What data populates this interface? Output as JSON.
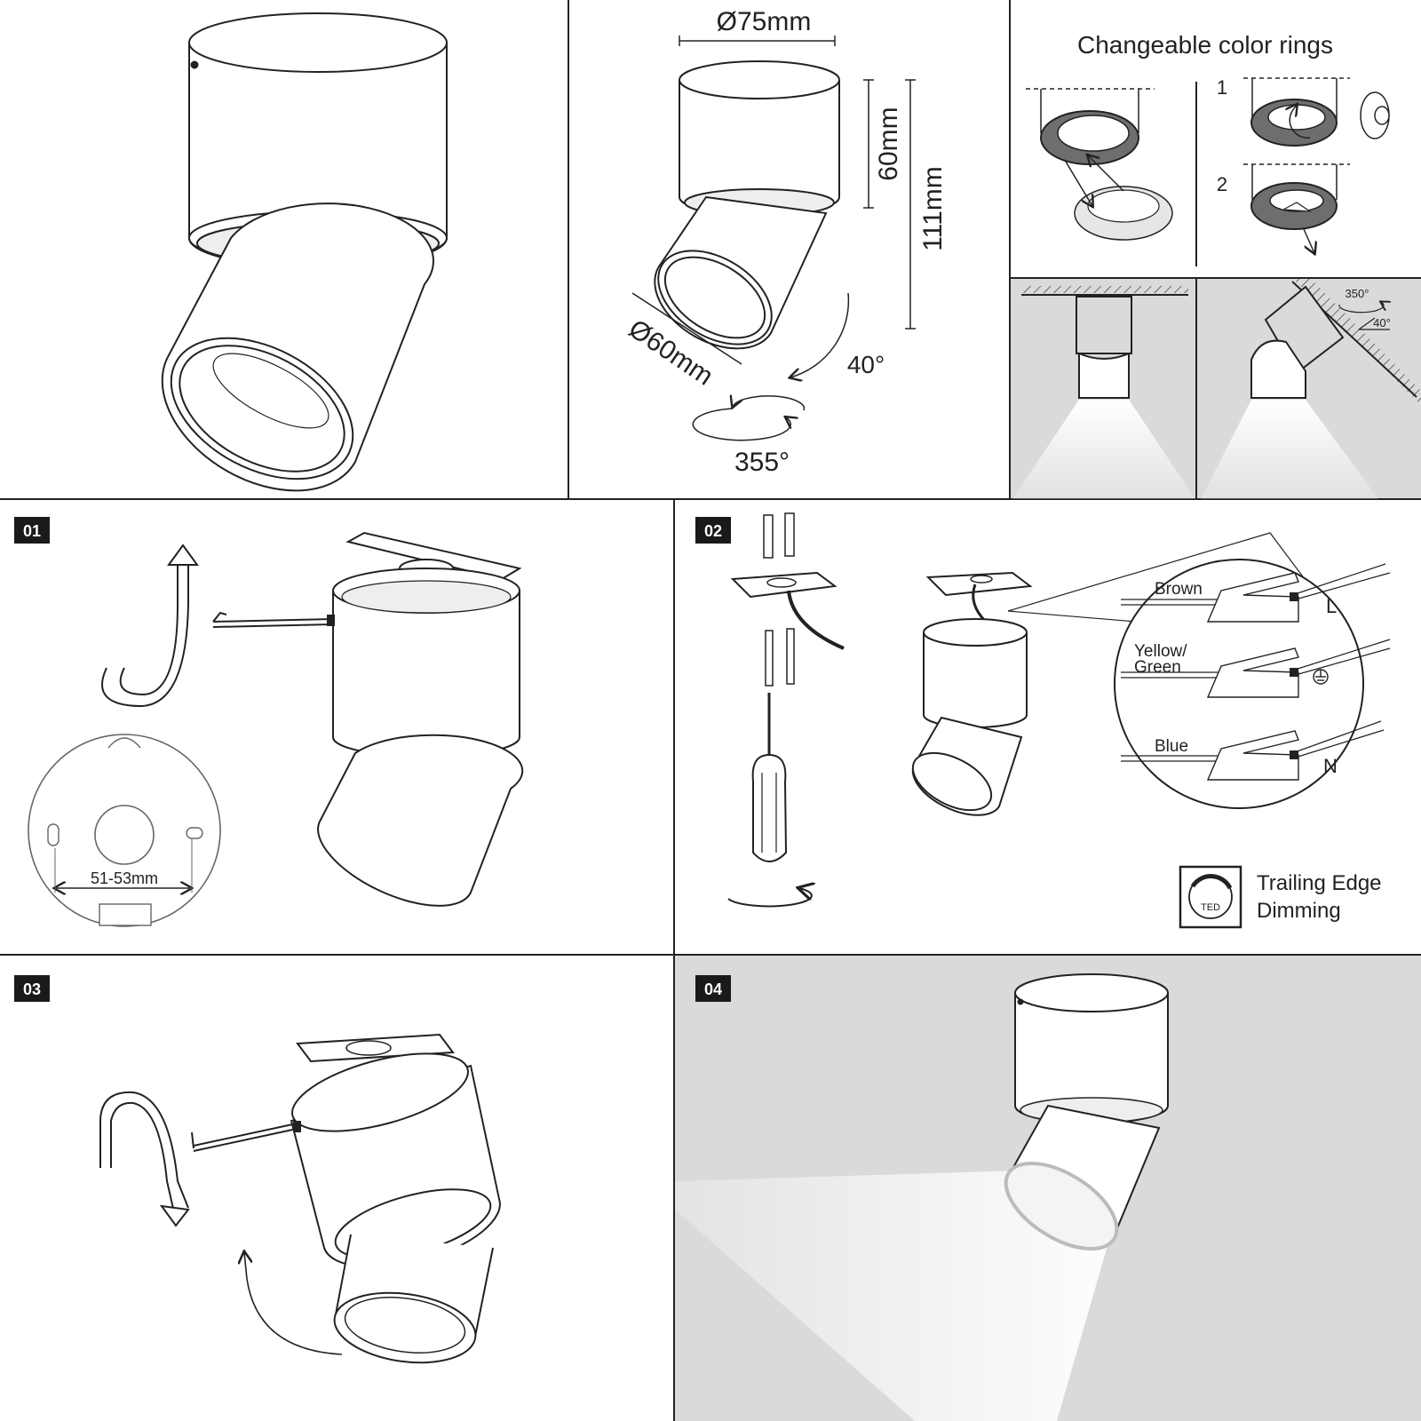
{
  "colors": {
    "line": "#222222",
    "panel_grey": "#d9dadc",
    "ring_grey": "#6e6e70",
    "badge_bg": "#1a1a1a"
  },
  "dimensions": {
    "outer_diameter": "Ø75mm",
    "head_diameter": "Ø60mm",
    "body_height": "60mm",
    "total_height": "111mm",
    "tilt_angle": "40°",
    "rotation_angle": "355°"
  },
  "color_rings": {
    "title": "Changeable color rings",
    "step1": "1",
    "step2": "2"
  },
  "mount_icons": {
    "rotation": "350°",
    "tilt": "40°"
  },
  "steps": {
    "s01": {
      "badge": "01",
      "hole_spacing": "51-53mm"
    },
    "s02": {
      "badge": "02",
      "wires": [
        {
          "name": "Brown",
          "terminal": "L"
        },
        {
          "name": "Yellow/",
          "name2": "Green",
          "terminal": "earth-icon"
        },
        {
          "name": "Blue",
          "terminal": "N"
        }
      ],
      "ted_icon_text": "TED",
      "dimming_line1": "Trailing Edge",
      "dimming_line2": "Dimming"
    },
    "s03": {
      "badge": "03"
    },
    "s04": {
      "badge": "04"
    }
  }
}
